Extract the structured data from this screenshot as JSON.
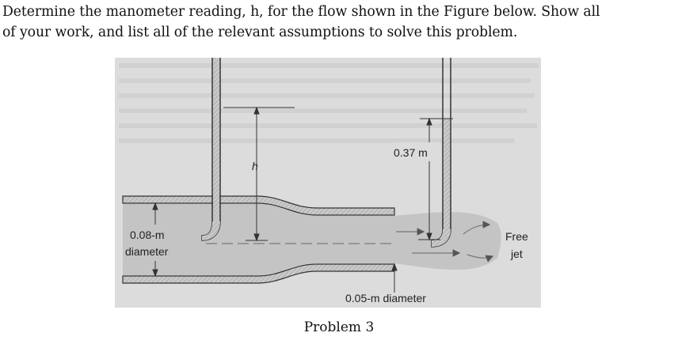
{
  "problem": {
    "line1": "Determine the manometer reading, h, for the flow shown in the Figure below. Show all",
    "line2": "of your work, and list all of the relevant assumptions to solve this problem."
  },
  "figure": {
    "label_h": "h",
    "label_height": "0.37 m",
    "label_large_diameter_1": "0.08-m",
    "label_large_diameter_2": "diameter",
    "label_small_diameter": "0.05-m diameter",
    "label_free": "Free",
    "label_jet": "jet",
    "caption": "Problem 3"
  }
}
